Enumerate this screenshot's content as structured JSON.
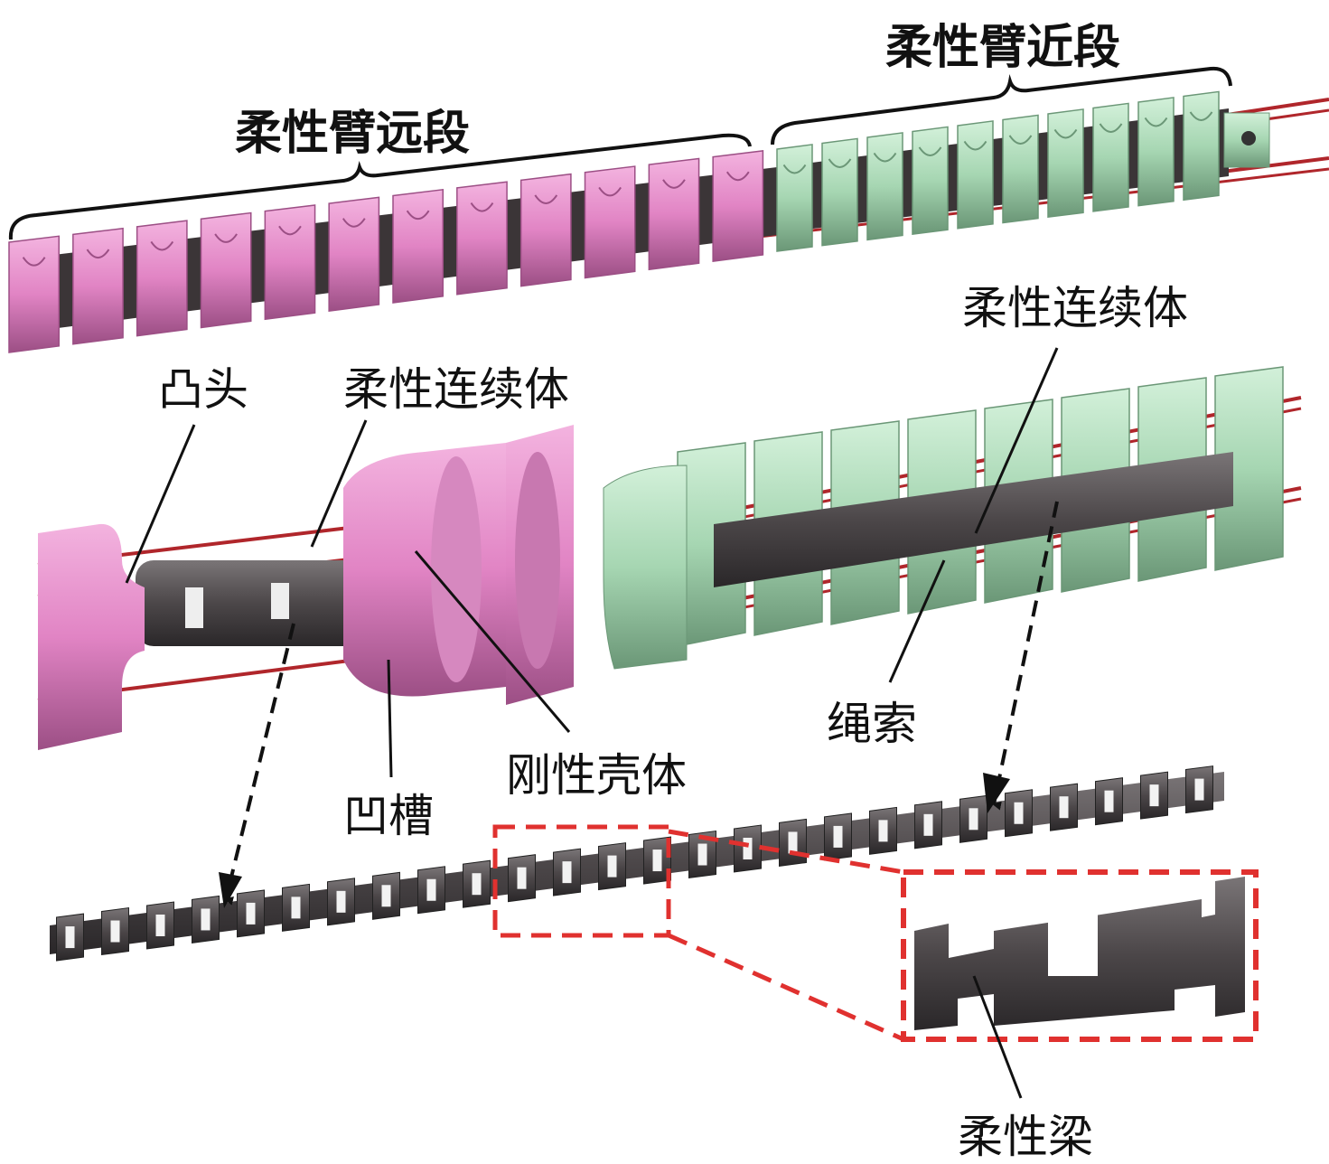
{
  "labels": {
    "distal_section": "柔性臂远段",
    "proximal_section": "柔性臂近段",
    "boss": "凸头",
    "continuum_left": "柔性连续体",
    "continuum_right": "柔性连续体",
    "rigid_shell": "刚性壳体",
    "groove": "凹槽",
    "cable": "绳索",
    "flexible_beam": "柔性梁"
  },
  "colors": {
    "pink": "#e58fc9",
    "pink_dark": "#a8598e",
    "green": "#a8d9b4",
    "green_dark": "#6e9c7a",
    "rod": "#4a4648",
    "cable": "#b0262b",
    "highlight": "#e0312f"
  }
}
